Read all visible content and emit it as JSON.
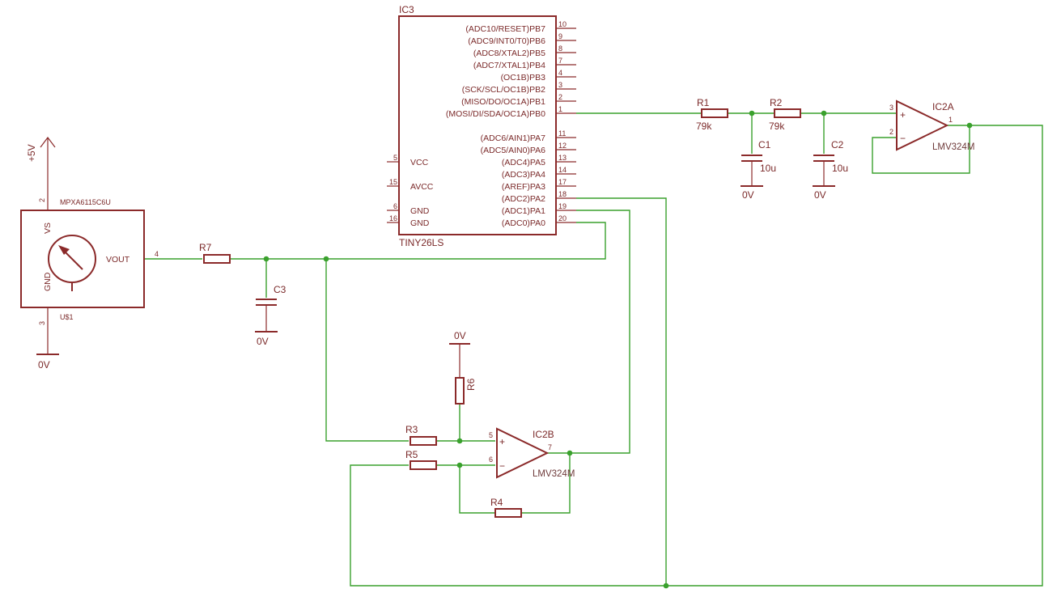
{
  "sensor": {
    "ref": "U$1",
    "part": "MPXA6115C6U",
    "vs_label": "VS",
    "gnd_label": "GND",
    "vout_label": "VOUT",
    "pin_vs": "2",
    "pin_gnd": "3",
    "pin_vout": "4",
    "supply": "+5V",
    "ground": "0V"
  },
  "mcu": {
    "ref": "IC3",
    "part": "TINY26LS",
    "right_pins": [
      {
        "num": "10",
        "label": "(ADC10/RESET)PB7"
      },
      {
        "num": "9",
        "label": "(ADC9/INT0/T0)PB6"
      },
      {
        "num": "8",
        "label": "(ADC8/XTAL2)PB5"
      },
      {
        "num": "7",
        "label": "(ADC7/XTAL1)PB4"
      },
      {
        "num": "4",
        "label": "(OC1B)PB3"
      },
      {
        "num": "3",
        "label": "(SCK/SCL/OC1B)PB2"
      },
      {
        "num": "2",
        "label": "(MISO/DO/OC1A)PB1"
      },
      {
        "num": "1",
        "label": "(MOSI/DI/SDA/OC1A)PB0"
      },
      {
        "num": "11",
        "label": "(ADC6/AIN1)PA7"
      },
      {
        "num": "12",
        "label": "(ADC5/AIN0)PA6"
      },
      {
        "num": "13",
        "label": "(ADC4)PA5"
      },
      {
        "num": "14",
        "label": "(ADC3)PA4"
      },
      {
        "num": "17",
        "label": "(AREF)PA3"
      },
      {
        "num": "18",
        "label": "(ADC2)PA2"
      },
      {
        "num": "19",
        "label": "(ADC1)PA1"
      },
      {
        "num": "20",
        "label": "(ADC0)PA0"
      }
    ],
    "left_pins": [
      {
        "num": "5",
        "label": "VCC"
      },
      {
        "num": "15",
        "label": "AVCC"
      },
      {
        "num": "6",
        "label": "GND"
      },
      {
        "num": "16",
        "label": "GND"
      }
    ]
  },
  "filter": {
    "r1": {
      "ref": "R1",
      "value": "79k"
    },
    "r2": {
      "ref": "R2",
      "value": "79k"
    },
    "c1": {
      "ref": "C1",
      "value": "10u",
      "ground": "0V"
    },
    "c2": {
      "ref": "C2",
      "value": "10u",
      "ground": "0V"
    }
  },
  "opamp_a": {
    "ref": "IC2A",
    "part": "LMV324M",
    "pin_plus": "3",
    "pin_minus": "2",
    "pin_out": "1",
    "plus_sign": "+",
    "minus_sign": "−"
  },
  "opamp_b": {
    "ref": "IC2B",
    "part": "LMV324M",
    "pin_plus": "5",
    "pin_minus": "6",
    "pin_out": "7",
    "plus_sign": "+",
    "minus_sign": "−"
  },
  "passives": {
    "r7": "R7",
    "c3": "C3",
    "c3_ground": "0V",
    "r3": "R3",
    "r4": "R4",
    "r5": "R5",
    "r6": "R6",
    "r6_ground": "0V"
  },
  "colors": {
    "symbol": "#8b2a2a",
    "wire": "#3aa12d",
    "background": "#ffffff"
  }
}
